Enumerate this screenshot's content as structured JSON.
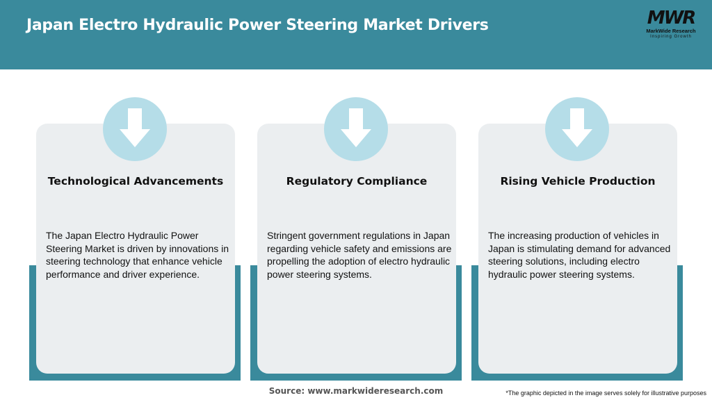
{
  "header": {
    "title": "Japan Electro Hydraulic Power Steering Market Drivers",
    "logo_mark": "MWR",
    "logo_name": "MarkWide Research",
    "logo_tagline": "Inspiring Growth"
  },
  "cards": [
    {
      "title": "Technological Advancements",
      "text": "The Japan Electro Hydraulic Power Steering Market is driven by innovations in steering technology that enhance vehicle performance and driver experience."
    },
    {
      "title": "Regulatory Compliance",
      "text": "Stringent government regulations in Japan regarding vehicle safety and emissions are propelling the adoption of electro hydraulic power steering systems."
    },
    {
      "title": "Rising Vehicle Production",
      "text": "The increasing production of vehicles in Japan is stimulating demand for advanced steering solutions, including electro hydraulic power steering systems."
    }
  ],
  "footer": {
    "source": "Source: www.markwideresearch.com",
    "disclaimer": "*The graphic depicted in the image serves solely for illustrative purposes"
  },
  "colors": {
    "accent": "#3a8a9c",
    "card_bg": "#ebeef0",
    "circle": "#b5dde8"
  }
}
